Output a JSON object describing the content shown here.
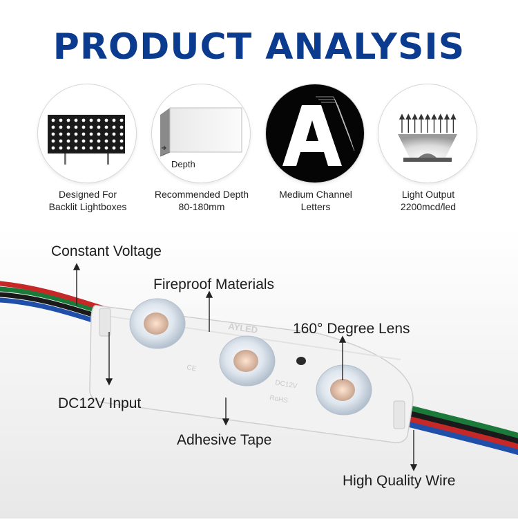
{
  "title": "PRODUCT ANALYSIS",
  "features": [
    {
      "icon": "lightbox-icon",
      "line1": "Designed For",
      "line2": "Backlit Lightboxes"
    },
    {
      "icon": "depth-box-icon",
      "line1": "Recommended Depth",
      "line2": "80-180mm",
      "inner_label": "Depth"
    },
    {
      "icon": "channel-letter-icon",
      "line1": "Medium Channel",
      "line2": "Letters"
    },
    {
      "icon": "light-output-icon",
      "line1": "Light Output",
      "line2": "2200mcd/led"
    }
  ],
  "callouts": {
    "constant_voltage": "Constant Voltage",
    "fireproof": "Fireproof Materials",
    "lens": "160° Degree Lens",
    "dc_input": "DC12V Input",
    "adhesive": "Adhesive Tape",
    "wire": "High Quality Wire"
  },
  "module_marks": {
    "brand": "AYLED",
    "model": "DC12V",
    "rohs": "RoHS",
    "ce": "CE"
  },
  "colors": {
    "title": "#0b3b8f",
    "wire_red": "#c62828",
    "wire_green": "#1b7a3a",
    "wire_blue": "#1f4fa8",
    "wire_black": "#1a1a1a"
  }
}
